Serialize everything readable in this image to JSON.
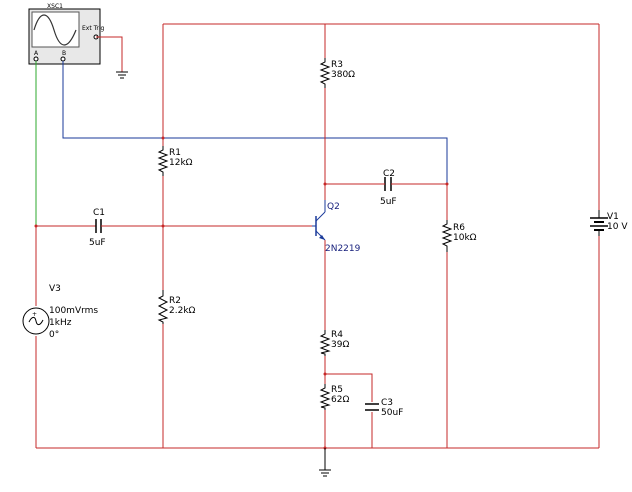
{
  "scope": {
    "name": "XSC1",
    "port_a": "A",
    "port_b": "B",
    "port_ext": "Ext Trig"
  },
  "components": {
    "r3": {
      "ref": "R3",
      "value": "380Ω"
    },
    "r1": {
      "ref": "R1",
      "value": "12kΩ"
    },
    "r2": {
      "ref": "R2",
      "value": "2.2kΩ"
    },
    "r4": {
      "ref": "R4",
      "value": "39Ω"
    },
    "r5": {
      "ref": "R5",
      "value": "62Ω"
    },
    "r6": {
      "ref": "R6",
      "value": "10kΩ"
    },
    "c1": {
      "ref": "C1",
      "value": "5uF"
    },
    "c2": {
      "ref": "C2",
      "value": "5uF"
    },
    "c3": {
      "ref": "C3",
      "value": "50uF"
    },
    "q2": {
      "ref": "Q2",
      "value": "2N2219"
    },
    "v1": {
      "ref": "V1",
      "value": "10 V"
    },
    "v3": {
      "ref": "V3",
      "value": "100mVrms",
      "freq": "1kHz",
      "phase": "0°"
    }
  },
  "colors": {
    "wire_main": "#c62828",
    "wire_channel_b": "#1a3a9a",
    "wire_channel_a": "#2eaa2e",
    "component": "#000000",
    "scope_face": "#e8e8e8"
  }
}
